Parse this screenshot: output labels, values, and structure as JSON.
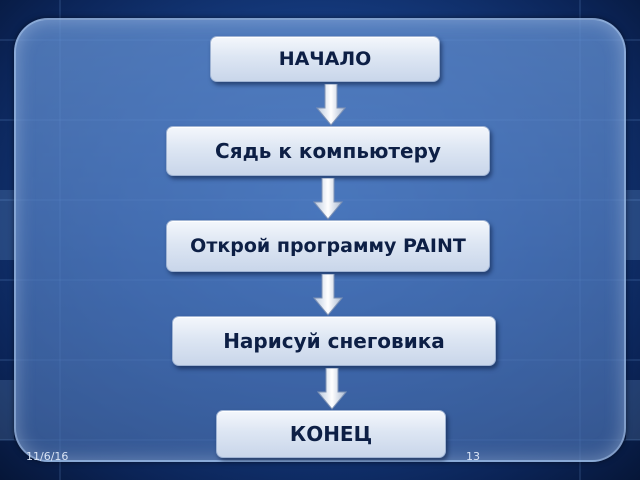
{
  "flowchart": {
    "steps": [
      {
        "label": "НАЧАЛО"
      },
      {
        "label": "Сядь к компьютеру"
      },
      {
        "label": "Открой программу PAINT"
      },
      {
        "label": "Нарисуй снеговика"
      },
      {
        "label": "КОНЕЦ"
      }
    ]
  },
  "footer": {
    "date": "11/6/16",
    "page_number": "13"
  },
  "colors": {
    "background": "#173f86",
    "box_text": "#0d1f45",
    "arrow": "#e8eef8"
  }
}
